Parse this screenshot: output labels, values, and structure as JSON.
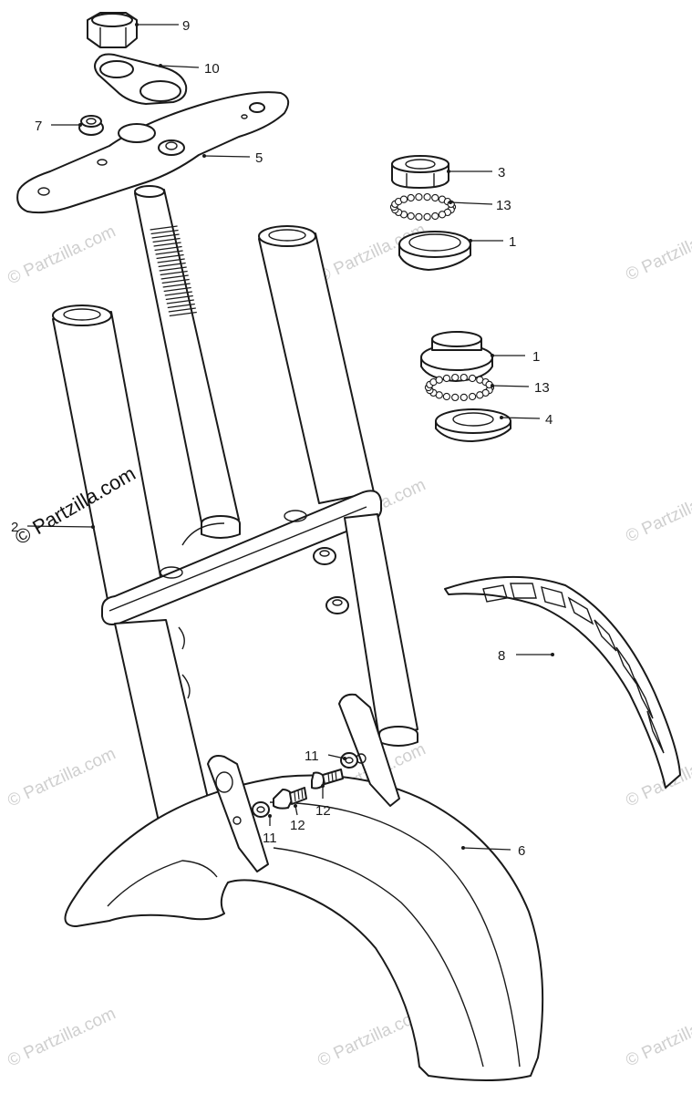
{
  "callouts": [
    {
      "id": "9",
      "label": "9"
    },
    {
      "id": "10",
      "label": "10"
    },
    {
      "id": "7",
      "label": "7"
    },
    {
      "id": "5",
      "label": "5"
    },
    {
      "id": "3",
      "label": "3"
    },
    {
      "id": "13a",
      "label": "13"
    },
    {
      "id": "1a",
      "label": "1"
    },
    {
      "id": "1b",
      "label": "1"
    },
    {
      "id": "13b",
      "label": "13"
    },
    {
      "id": "4",
      "label": "4"
    },
    {
      "id": "2",
      "label": "2"
    },
    {
      "id": "8",
      "label": "8"
    },
    {
      "id": "11a",
      "label": "11"
    },
    {
      "id": "12a",
      "label": "12"
    },
    {
      "id": "11b",
      "label": "11"
    },
    {
      "id": "12b",
      "label": "12"
    },
    {
      "id": "6",
      "label": "6"
    }
  ],
  "watermark": {
    "text": "© Partzilla.com",
    "prominent_text": "© Partzilla.com"
  },
  "colors": {
    "line": "#1a1a1a",
    "watermark": "#cfcfcf",
    "background": "#ffffff"
  }
}
